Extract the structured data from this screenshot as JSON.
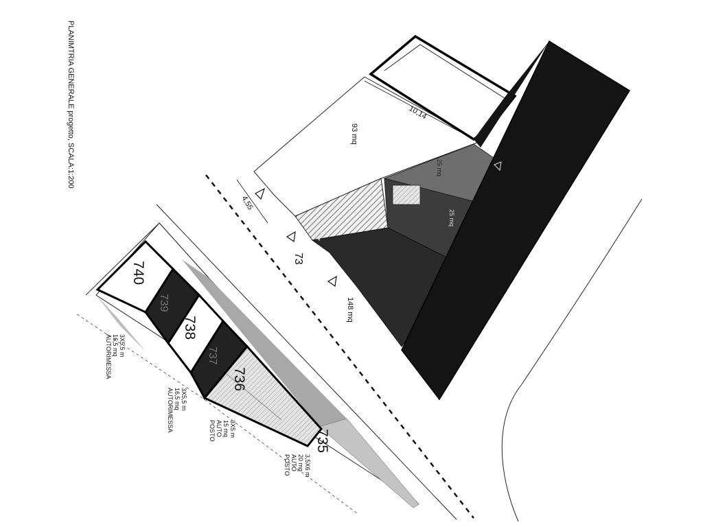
{
  "header": {
    "title": "PLANIMTRIA GENERALE progetto, SCALA:1:200"
  },
  "dimensions": {
    "width_label": "10,14",
    "depth_label": "4,55"
  },
  "areas": {
    "upper_area": "93 mq",
    "lower_area": "148 mq",
    "stair_area_a": "25 mq",
    "stair_area_b": "25 mq"
  },
  "parcels": {
    "main_number": "73",
    "units": [
      {
        "number": "740"
      },
      {
        "number": "739"
      },
      {
        "number": "738"
      },
      {
        "number": "737"
      },
      {
        "number": "736"
      },
      {
        "number": "735"
      }
    ]
  },
  "legend": [
    {
      "lines": [
        "AUTORIMESSA",
        "16,5 mq",
        "3X5,5 m"
      ]
    },
    {
      "lines": [
        "AUTORIMESSA",
        "16,5 mq",
        "3X5,5 m"
      ]
    },
    {
      "lines": [
        "POSTO",
        "AUTO",
        "15 mq",
        "3X5 m"
      ]
    },
    {
      "lines": [
        "POSTO",
        "AUTO",
        "20 mq",
        "3,5X6 m"
      ]
    }
  ],
  "colors": {
    "building_fill": "#141414",
    "dark_fill": "#2a2a2a",
    "mid_gray": "#6e6e6e",
    "light_gray": "#a8a8a8",
    "pale_gray": "#c4c4c4"
  }
}
